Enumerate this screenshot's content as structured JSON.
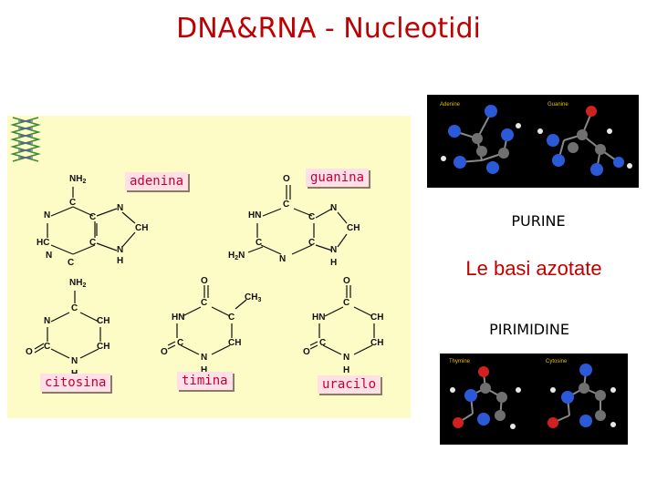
{
  "slide": {
    "title": "DNA&RNA - Nucleotidi"
  },
  "bases": {
    "adenina": "adenina",
    "guanina": "guanina",
    "citosina": "citosina",
    "timina": "timina",
    "uracilo": "uracilo"
  },
  "side": {
    "purine": "PURINE",
    "le_basi": "Le basi azotate",
    "pirimidine": "PIRIMIDINE"
  },
  "photos": {
    "purine_labels": [
      "Adenine",
      "Guanine"
    ],
    "pyrimidine_labels": [
      "Thymine",
      "Cytosine"
    ]
  },
  "colors": {
    "title": "#c00000",
    "panel": "#fdfbc6",
    "label_bg": "#ffe0e6",
    "label_text": "#c4003a",
    "side_text": "#c00000"
  }
}
